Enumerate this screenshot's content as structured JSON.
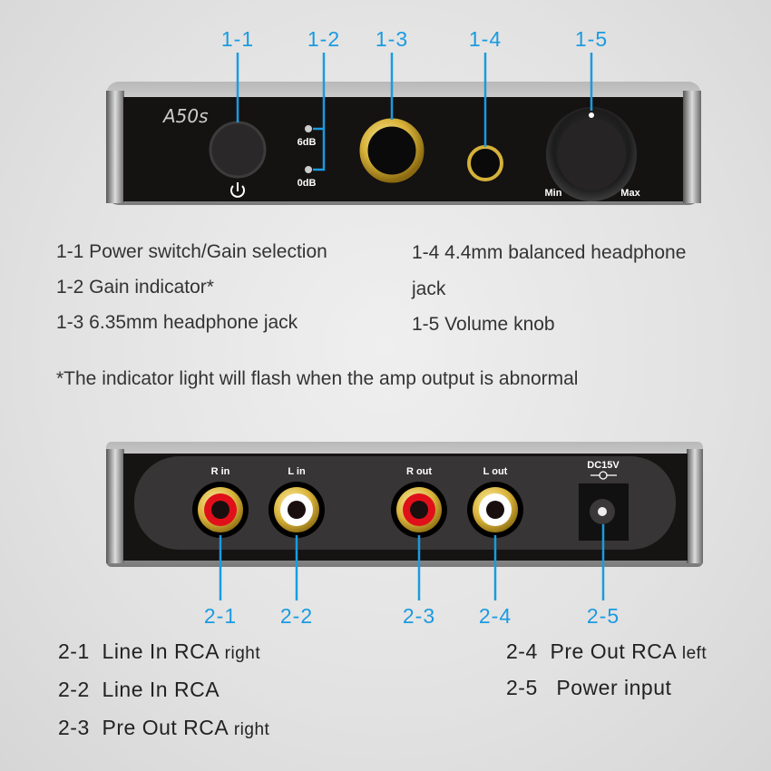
{
  "front_panel": {
    "model": "A50s",
    "gain_high_label": "6dB",
    "gain_low_label": "0dB",
    "knob_min_label": "Min",
    "knob_max_label": "Max",
    "callouts": [
      "1-1",
      "1-2",
      "1-3",
      "1-4",
      "1-5"
    ]
  },
  "front_descriptions": [
    {
      "id": "1-1",
      "text": "Power switch/Gain selection"
    },
    {
      "id": "1-2",
      "text": "Gain indicator*"
    },
    {
      "id": "1-3",
      "text": "6.35mm headphone jack"
    },
    {
      "id": "1-4",
      "text": "4.4mm balanced headphone jack"
    },
    {
      "id": "1-5",
      "text": "Volume knob"
    }
  ],
  "front_desc_lines": {
    "l1": "1-1 Power switch/Gain selection",
    "l2": "1-2 Gain indicator*",
    "l3": "1-3 6.35mm headphone jack",
    "l4a": "1-4  4.4mm balanced headphone",
    "l4b": "jack",
    "l5": "1-5  Volume knob"
  },
  "footnote": "*The indicator light will flash when the amp output is abnormal",
  "back_panel": {
    "port_labels": [
      "R in",
      "L in",
      "R out",
      "L out",
      "DC15V"
    ],
    "callouts": [
      "2-1",
      "2-2",
      "2-3",
      "2-4",
      "2-5"
    ]
  },
  "back_descriptions": {
    "d1": {
      "id": "2-1",
      "main": "Line In RCA",
      "suffix": "right"
    },
    "d2": {
      "id": "2-2",
      "main": "Line In RCA",
      "suffix": ""
    },
    "d3": {
      "id": "2-3",
      "main": "Pre Out RCA",
      "suffix": "right"
    },
    "d4": {
      "id": "2-4",
      "main": "Pre Out RCA",
      "suffix": "left"
    },
    "d5": {
      "id": "2-5",
      "main": "Power input",
      "suffix": ""
    }
  },
  "colors": {
    "callout": "#1a9be0",
    "gold": "#d4b13a",
    "red": "#e0101a"
  }
}
